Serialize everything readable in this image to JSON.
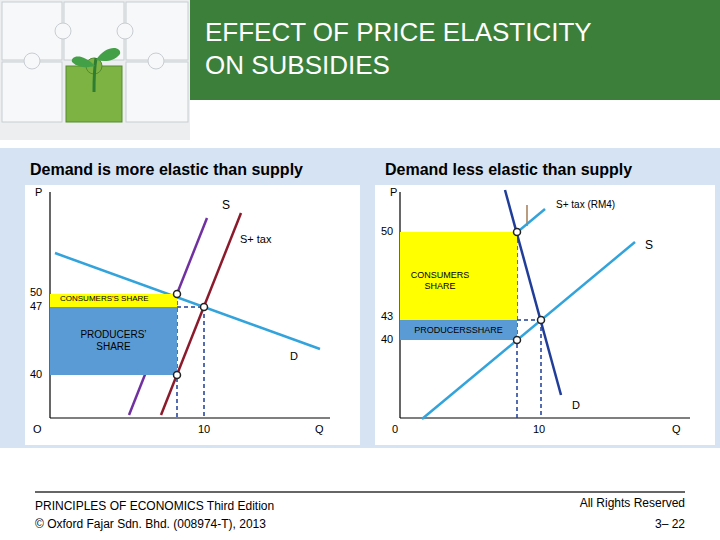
{
  "diagram": {
    "title": "EFFECT OF PRICE ELASTICITY ON SUBSIDIES",
    "nodes": [
      {
        "text": [
          "CONSUMERS'S SHARE"
        ]
      },
      {
        "text": [
          "PRODUCERS’ SHARE"
        ]
      },
      {
        "text": [
          "CONSUMERS SHARE"
        ]
      },
      {
        "text": [
          "PRODUCERSSHARE"
        ]
      }
    ],
    "labels": [
      "Demand is more elastic than supply",
      "P",
      "S",
      "S+ tax",
      "50",
      "47",
      "40",
      "D",
      "O",
      "10",
      "Q",
      "Demand less elastic than supply",
      "P",
      "S+ tax (RM4)",
      "S",
      "50",
      "43",
      "40",
      "D",
      "0",
      "10",
      "Q",
      "PRINCIPLES OF ECONOMICS Third Edition",
      "© Oxford Fajar Sdn. Bhd. (008974-T), 2013",
      "All Rights Reserved",
      "3– 22"
    ]
  }
}
